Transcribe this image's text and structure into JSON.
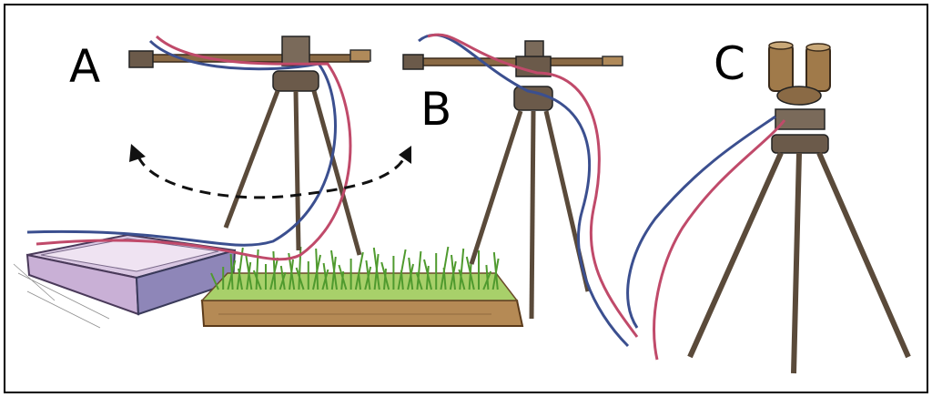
{
  "panels": {
    "a": {
      "label": "A"
    },
    "b": {
      "label": "B"
    },
    "c": {
      "label": "C"
    }
  },
  "colors": {
    "frame": "#000000",
    "wood": "#8a6a45",
    "metal": "#6b5a4a",
    "hose_blue": "#3b4f8f",
    "hose_red": "#c04a6a",
    "grass": "#5fa83a",
    "tray": "#c9b6d6",
    "arrow": "#111111"
  },
  "icons": [
    "tripod-sprayer-icon",
    "swing-arrow-icon",
    "grass-tray-icon",
    "empty-tray-icon",
    "twin-nozzle-sprayer-icon"
  ]
}
